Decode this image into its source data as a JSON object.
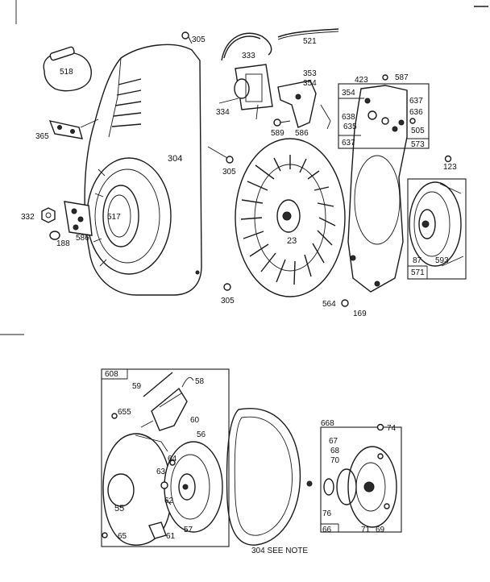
{
  "labels": {
    "p305a": "305",
    "p521": "521",
    "p518": "518",
    "p333": "333",
    "p353": "353",
    "p354a": "354",
    "p423": "423",
    "p587": "587",
    "p354b": "354",
    "p637a": "637",
    "p636": "636",
    "p638": "638",
    "p635": "635",
    "p505": "505",
    "p637b": "637",
    "p573": "573",
    "p334": "334",
    "p365": "365",
    "p589": "589",
    "p586a": "586",
    "p304": "304",
    "p305b": "305",
    "p123": "123",
    "p23": "23",
    "p332": "332",
    "p517": "517",
    "p586b": "586",
    "p188": "188",
    "p87": "87",
    "p593": "593",
    "p571": "571",
    "p564": "564",
    "p169": "169",
    "p305c": "305",
    "p608": "608",
    "p59": "59",
    "p58": "58",
    "p655": "655",
    "p60": "60",
    "p56": "56",
    "p64": "64",
    "p63": "63",
    "p62": "62",
    "p55": "55",
    "p57": "57",
    "p65": "65",
    "p61": "61",
    "p668": "668",
    "p74": "74",
    "p67": "67",
    "p68": "68",
    "p70": "70",
    "p76": "76",
    "p71": "71",
    "p69": "69",
    "p66": "66",
    "note": "304 SEE NOTE"
  }
}
